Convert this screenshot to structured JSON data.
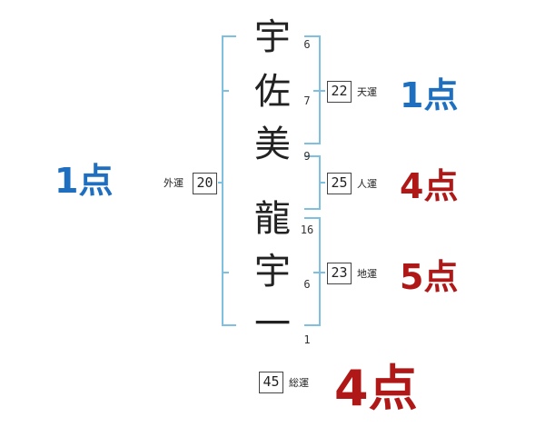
{
  "colors": {
    "bracket": "#7fbfe0",
    "good": "#1f6fc0",
    "bad": "#b01818",
    "text": "#222222"
  },
  "name_chars": [
    {
      "char": "宇",
      "strokes": "6"
    },
    {
      "char": "佐",
      "strokes": "7"
    },
    {
      "char": "美",
      "strokes": "9"
    },
    {
      "char": "龍",
      "strokes": "16"
    },
    {
      "char": "宇",
      "strokes": "6"
    },
    {
      "char": "一",
      "strokes": "1"
    }
  ],
  "fortunes": {
    "gaiun": {
      "label": "外運",
      "value": "20",
      "score": "1点",
      "tone": "good"
    },
    "tenun": {
      "label": "天運",
      "value": "22",
      "score": "1点",
      "tone": "good"
    },
    "jinun": {
      "label": "人運",
      "value": "25",
      "score": "4点",
      "tone": "bad"
    },
    "chiun": {
      "label": "地運",
      "value": "23",
      "score": "5点",
      "tone": "bad"
    },
    "souun": {
      "label": "総運",
      "value": "45",
      "score": "4点",
      "tone": "bad"
    }
  }
}
